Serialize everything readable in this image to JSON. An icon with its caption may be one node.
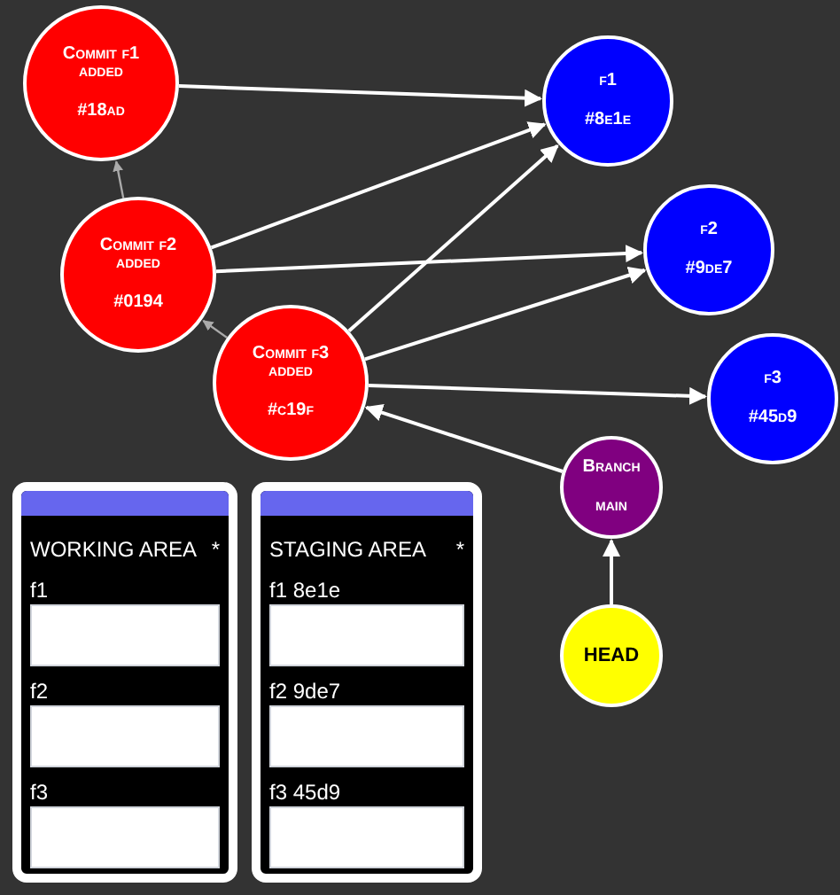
{
  "diagram": {
    "nodes": [
      {
        "text": [
          "Commit f1 added",
          "#18ad"
        ]
      },
      {
        "text": [
          "Commit f2 added",
          "#0194"
        ]
      },
      {
        "text": [
          "Commit f3 added",
          "#c19f"
        ]
      },
      {
        "text": [
          "f1",
          "#8e1e"
        ]
      },
      {
        "text": [
          "f2",
          "#9de7"
        ]
      },
      {
        "text": [
          "f3",
          "#45d9"
        ]
      },
      {
        "text": [
          "Branch",
          "main"
        ]
      },
      {
        "text": [
          "HEAD"
        ]
      },
      {
        "text": [
          "WORKING AREA",
          "*",
          "f1",
          "f2",
          "f3"
        ]
      },
      {
        "text": [],
        "shape": "box",
        "in": 8
      },
      {
        "text": [],
        "shape": "box",
        "in": 8
      },
      {
        "text": [],
        "shape": "box",
        "in": 8
      },
      {
        "text": [
          "STAGING AREA",
          "*",
          "f1 8e1e",
          "f2 9de7",
          "f3 45d9"
        ]
      },
      {
        "text": [],
        "shape": "box",
        "in": 12
      },
      {
        "text": [],
        "shape": "box",
        "in": 12
      },
      {
        "text": [],
        "shape": "box",
        "in": 12
      }
    ],
    "edges": [
      {
        "from": 0,
        "to": 3,
        "arrow": "to"
      },
      {
        "from": 1,
        "to": 0,
        "arrow": "to",
        "color": "#aaaaaa"
      },
      {
        "from": 1,
        "to": 3,
        "arrow": "to"
      },
      {
        "from": 1,
        "to": 4,
        "arrow": "to"
      },
      {
        "from": 2,
        "to": 1,
        "arrow": "to",
        "color": "#aaaaaa"
      },
      {
        "from": 2,
        "to": 3,
        "arrow": "to"
      },
      {
        "from": 2,
        "to": 4,
        "arrow": "to"
      },
      {
        "from": 2,
        "to": 5,
        "arrow": "to"
      },
      {
        "from": 6,
        "to": 2,
        "arrow": "to"
      },
      {
        "from": 7,
        "to": 6,
        "arrow": "to"
      }
    ]
  }
}
